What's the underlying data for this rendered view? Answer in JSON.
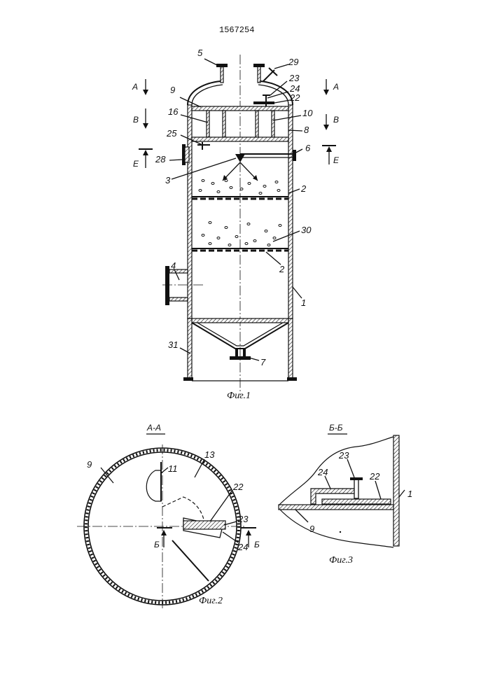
{
  "document": {
    "patent_number": "1567254"
  },
  "figure1": {
    "caption": "Фиг.1",
    "labels": {
      "l5": "5",
      "l29": "29",
      "l23": "23",
      "l24": "24",
      "l22": "22",
      "l10": "10",
      "l8": "8",
      "l6": "6",
      "l9": "9",
      "l16": "16",
      "l25": "25",
      "l28": "28",
      "l3": "3",
      "l2a": "2",
      "l30": "30",
      "l2b": "2",
      "l4": "4",
      "l1": "1",
      "l31": "31",
      "l7": "7"
    },
    "section_marks": {
      "A_left": "A",
      "A_right": "A",
      "B_left": "B",
      "B_right": "B",
      "E_left": "E",
      "E_right": "E"
    }
  },
  "figure2": {
    "title": "А-А",
    "caption": "Фиг.2",
    "labels": {
      "l9": "9",
      "l11": "11",
      "l13": "13",
      "l22": "22",
      "l23": "23",
      "l24": "24",
      "b_left": "Б",
      "b_right": "Б"
    }
  },
  "figure3": {
    "title": "Б-Б",
    "caption": "Фиг.3",
    "labels": {
      "l23": "23",
      "l24": "24",
      "l22": "22",
      "l1": "1",
      "l9": "9"
    }
  }
}
